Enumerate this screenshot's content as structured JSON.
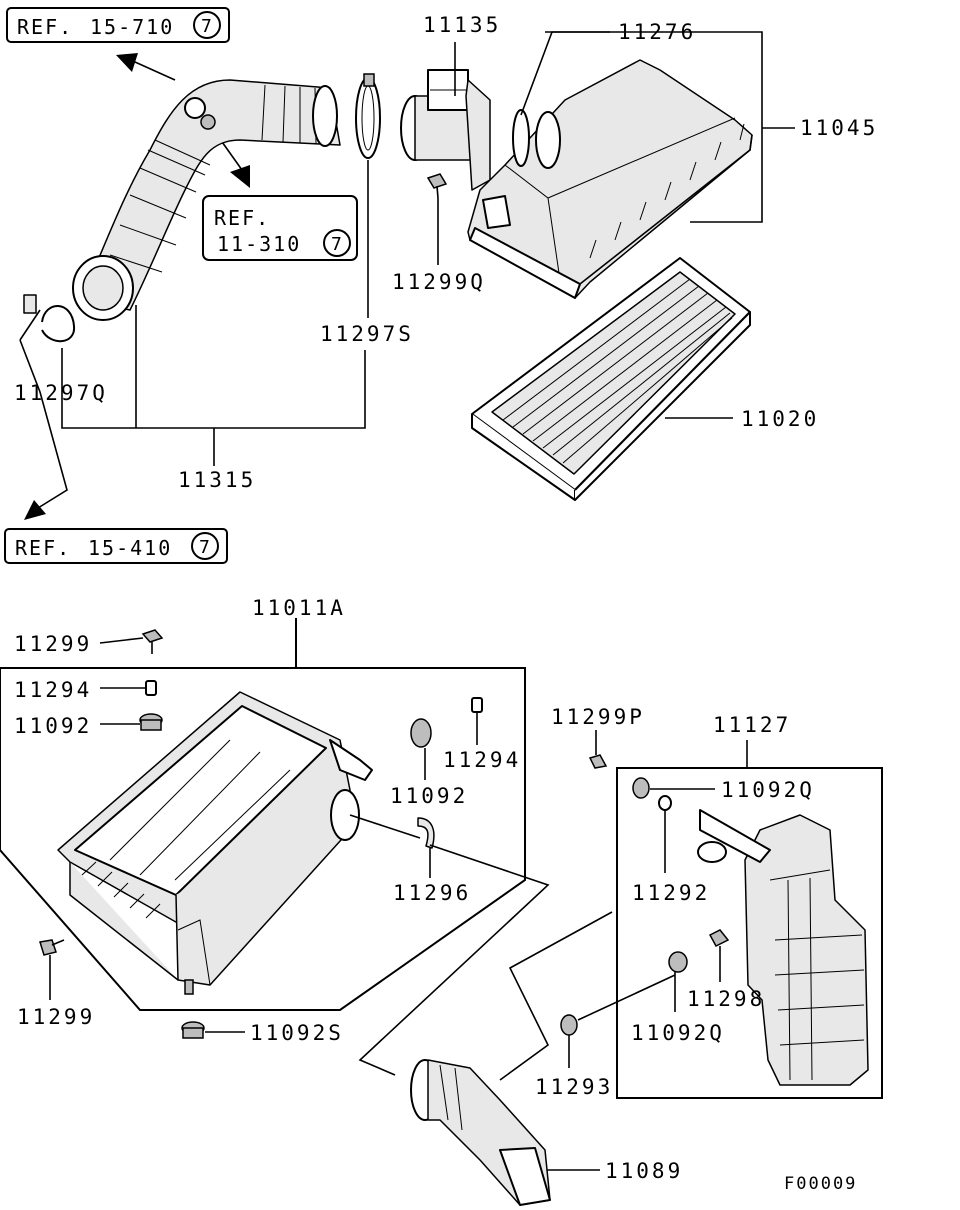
{
  "diagram_id": "F00009",
  "references": [
    {
      "id": "ref-15-710",
      "prefix": "REF.",
      "code": "15-710",
      "circle": "7"
    },
    {
      "id": "ref-11-310",
      "prefix": "REF.",
      "code": "11-310",
      "circle": "7"
    },
    {
      "id": "ref-15-410",
      "prefix": "REF.",
      "code": "15-410",
      "circle": "7"
    }
  ],
  "parts": {
    "p11135": "11135",
    "p11276": "11276",
    "p11045": "11045",
    "p11299Q": "11299Q",
    "p11297S": "11297S",
    "p11297Q": "11297Q",
    "p11020": "11020",
    "p11315": "11315",
    "p11011A": "11011A",
    "p11299_top": "11299",
    "p11294_left": "11294",
    "p11092_left": "11092",
    "p11294_right": "11294",
    "p11092_mid": "11092",
    "p11296": "11296",
    "p11299_bottom": "11299",
    "p11092S": "11092S",
    "p11299P": "11299P",
    "p11127": "11127",
    "p11092Q_top": "11092Q",
    "p11292": "11292",
    "p11298": "11298",
    "p11092Q_bottom": "11092Q",
    "p11293": "11293",
    "p11089": "11089"
  }
}
